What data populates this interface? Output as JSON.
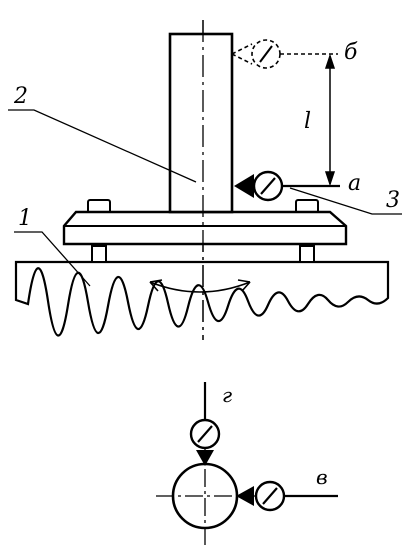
{
  "labels": {
    "part_1": "1",
    "part_2": "2",
    "part_3": "3",
    "position_a": "а",
    "position_b": "б",
    "position_v": "в",
    "position_g": "г",
    "distance": "l"
  },
  "colors": {
    "ink": "#000000",
    "background": "#ffffff"
  }
}
